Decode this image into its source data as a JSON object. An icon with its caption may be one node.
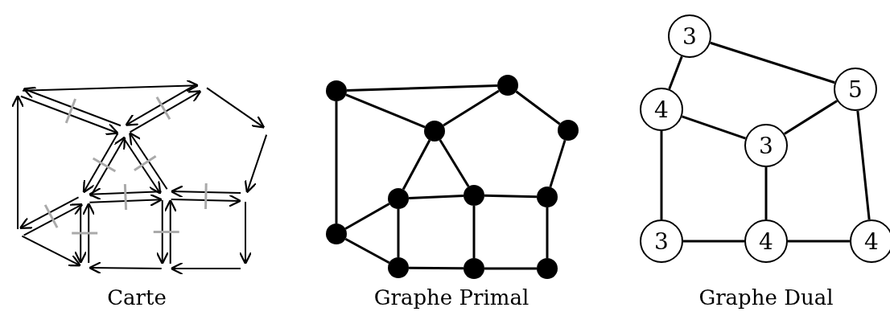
{
  "diagram": {
    "nodes": [
      {
        "text": [],
        "shape": "circle"
      },
      {
        "text": [],
        "shape": "circle"
      },
      {
        "text": [],
        "shape": "circle"
      },
      {
        "text": [],
        "shape": "circle"
      },
      {
        "text": [],
        "shape": "circle"
      },
      {
        "text": [],
        "shape": "circle"
      },
      {
        "text": [],
        "shape": "circle"
      },
      {
        "text": [],
        "shape": "circle"
      },
      {
        "text": [],
        "shape": "circle"
      },
      {
        "text": [],
        "shape": "circle"
      },
      {
        "text": [],
        "shape": "circle"
      },
      {
        "text": [
          "3"
        ]
      },
      {
        "text": [
          "4"
        ]
      },
      {
        "text": [
          "5"
        ]
      },
      {
        "text": [
          "3"
        ]
      },
      {
        "text": [
          "3"
        ]
      },
      {
        "text": [
          "4"
        ]
      },
      {
        "text": [
          "4"
        ]
      }
    ],
    "edges": [
      {
        "from": 0,
        "to": 1,
        "arrow": "none"
      },
      {
        "from": 0,
        "to": 2,
        "arrow": "none"
      },
      {
        "from": 1,
        "to": 2,
        "arrow": "none"
      },
      {
        "from": 1,
        "to": 3,
        "arrow": "none"
      },
      {
        "from": 3,
        "to": 6,
        "arrow": "none"
      },
      {
        "from": 0,
        "to": 7,
        "arrow": "none"
      },
      {
        "from": 2,
        "to": 4,
        "arrow": "none"
      },
      {
        "from": 2,
        "to": 5,
        "arrow": "none"
      },
      {
        "from": 4,
        "to": 5,
        "arrow": "none"
      },
      {
        "from": 5,
        "to": 6,
        "arrow": "none"
      },
      {
        "from": 4,
        "to": 7,
        "arrow": "none"
      },
      {
        "from": 7,
        "to": 8,
        "arrow": "none"
      },
      {
        "from": 4,
        "to": 8,
        "arrow": "none"
      },
      {
        "from": 5,
        "to": 9,
        "arrow": "none"
      },
      {
        "from": 6,
        "to": 10,
        "arrow": "none"
      },
      {
        "from": 8,
        "to": 9,
        "arrow": "none"
      },
      {
        "from": 9,
        "to": 10,
        "arrow": "none"
      },
      {
        "from": 11,
        "to": 12,
        "arrow": "none"
      },
      {
        "from": 11,
        "to": 13,
        "arrow": "none"
      },
      {
        "from": 12,
        "to": 14,
        "arrow": "none"
      },
      {
        "from": 13,
        "to": 14,
        "arrow": "none"
      },
      {
        "from": 12,
        "to": 15,
        "arrow": "none"
      },
      {
        "from": 14,
        "to": 16,
        "arrow": "none"
      },
      {
        "from": 13,
        "to": 17,
        "arrow": "none"
      },
      {
        "from": 15,
        "to": 16,
        "arrow": "none"
      },
      {
        "from": 16,
        "to": 17,
        "arrow": "none"
      }
    ],
    "labels": [
      "Carte",
      "Graphe Primal",
      "Graphe Dual"
    ]
  }
}
